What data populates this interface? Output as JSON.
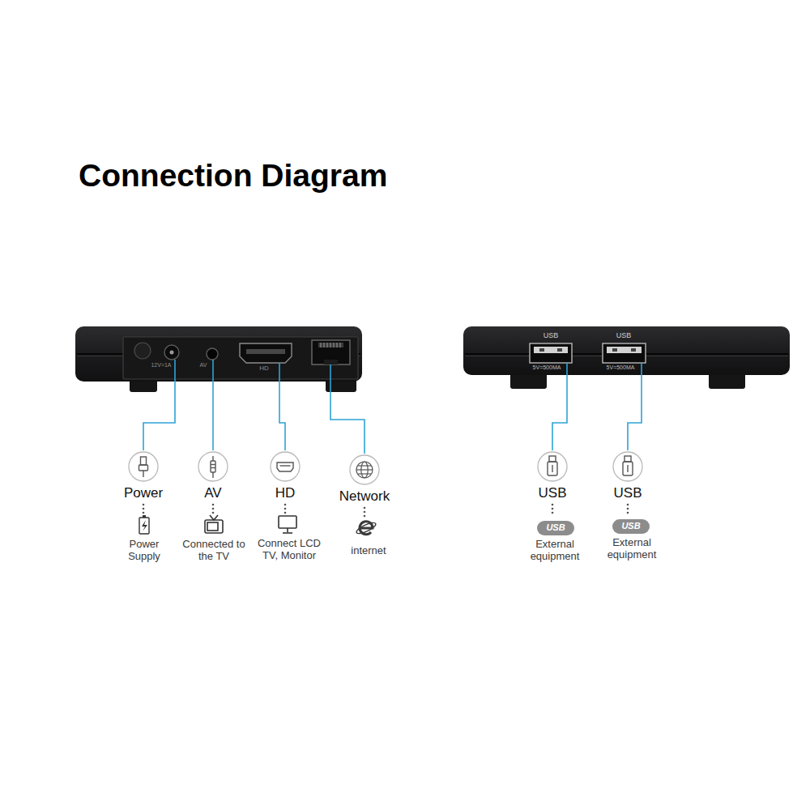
{
  "diagram": {
    "title": "Connection Diagram",
    "nodes": [
      {
        "text": [
          "Power"
        ]
      },
      {
        "text": [
          "AV"
        ]
      },
      {
        "text": [
          "HD"
        ]
      },
      {
        "text": [
          "Network"
        ]
      },
      {
        "text": [
          "USB"
        ]
      },
      {
        "text": [
          "USB"
        ]
      }
    ],
    "labels": [
      "12V=1A",
      "AV",
      "HD",
      "USB",
      "5V=500MA",
      "USB",
      "5V=500MA",
      "Power Supply",
      "Connected to the TV",
      "Connect LCD TV, Monitor",
      "internet",
      "USB",
      "External equipment",
      "USB",
      "External equipment"
    ]
  }
}
